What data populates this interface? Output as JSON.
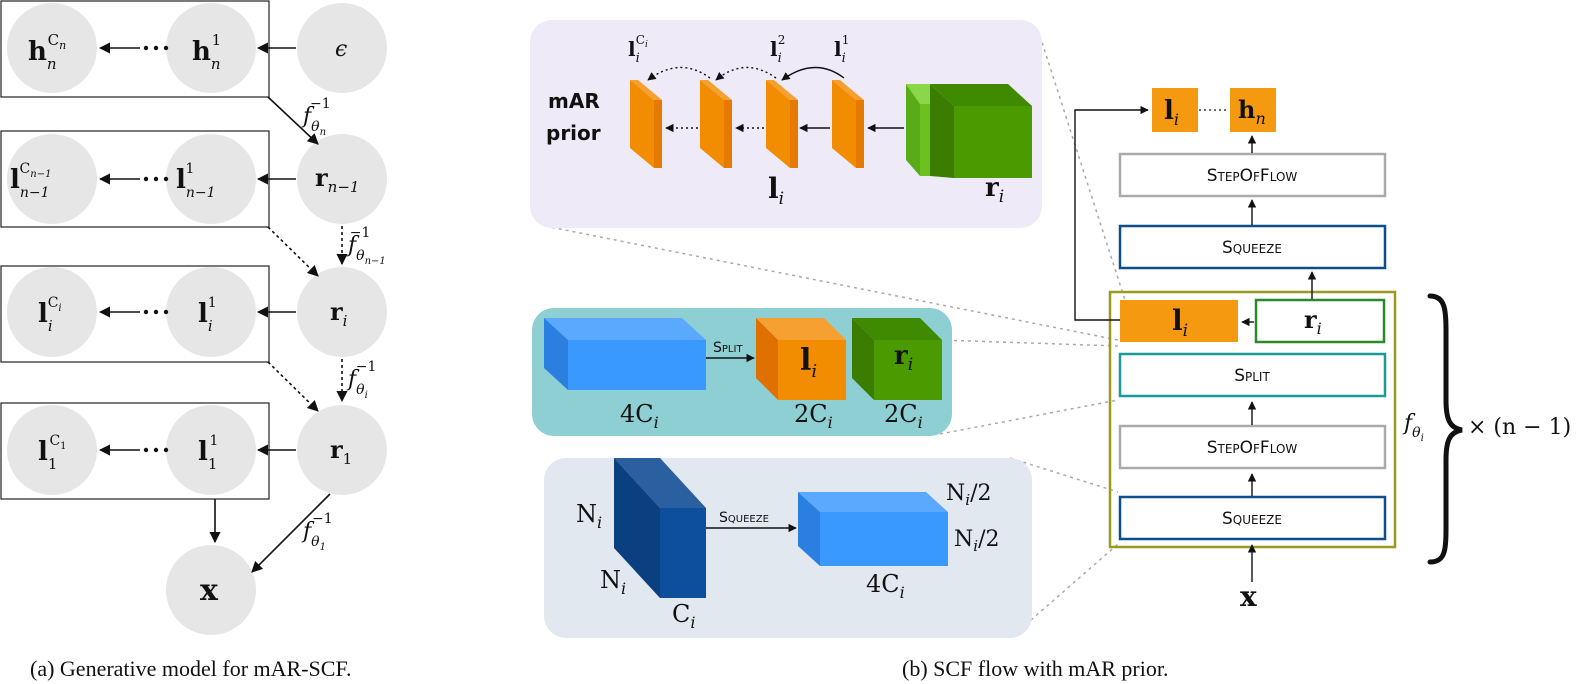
{
  "colors": {
    "node_fill": "#e6e6e6",
    "orange": "#f28c00",
    "orange_dark": "#e07000",
    "green": "#4b9a00",
    "green_light": "#6cc020",
    "blue_light": "#3a99ff",
    "blue_dark": "#0a4a8c",
    "split_border": "#1a9a9a",
    "squeeze_border": "#0d4f8c",
    "stepflow_border": "#aaaaaa",
    "ri_border": "#2a8a2a",
    "outer_border": "#9a9a20",
    "prior_bg": "#eeeaf8",
    "split_bg": "#8ecfd3",
    "squeeze_bg": "#e1e8f0"
  },
  "left": {
    "rows": [
      {
        "left": "h",
        "left_sub": "n",
        "left_sup": "C",
        "left_sup_sub": "n",
        "mid": "h",
        "mid_sub": "n",
        "mid_sup": "1",
        "right": "ϵ",
        "right_bold": false
      },
      {
        "left": "l",
        "left_sub": "n−1",
        "left_sup": "C",
        "left_sup_sub": "n−1",
        "mid": "l",
        "mid_sub": "n−1",
        "mid_sup": "1",
        "right": "r",
        "right_sub": "n−1",
        "right_bold": true
      },
      {
        "left": "l",
        "left_sub": "i",
        "left_sup": "C",
        "left_sup_sub": "i",
        "mid": "l",
        "mid_sub": "i",
        "mid_sup": "1",
        "right": "r",
        "right_sub": "i",
        "right_bold": true
      },
      {
        "left": "l",
        "left_sub": "1",
        "left_sup": "C",
        "left_sup_sub": "1",
        "mid": "l",
        "mid_sub": "1",
        "mid_sup": "1",
        "right": "r",
        "right_sub": "1",
        "right_bold": true
      }
    ],
    "x_node": "x",
    "flow_labels": [
      {
        "base": "f",
        "sub": "θ",
        "subsub": "n",
        "sup": "−1"
      },
      {
        "base": "f",
        "sub": "θ",
        "subsub": "n−1",
        "sup": "−1"
      },
      {
        "base": "f",
        "sub": "θ",
        "subsub": "i",
        "sup": "−1"
      },
      {
        "base": "f",
        "sub": "θ",
        "subsub": "1",
        "sup": "−1"
      }
    ],
    "caption": "(a) Generative model for mAR-SCF."
  },
  "prior_panel": {
    "title_line1": "mAR",
    "title_line2": "prior",
    "top_labels": [
      {
        "base": "l",
        "sub": "i",
        "sup": "C",
        "supsub": "i"
      },
      {
        "base": "l",
        "sub": "i",
        "sup": "2",
        "supsub": ""
      },
      {
        "base": "l",
        "sub": "i",
        "sup": "1",
        "supsub": ""
      }
    ],
    "l_label": {
      "base": "l",
      "sub": "i"
    },
    "r_label": {
      "base": "r",
      "sub": "i"
    }
  },
  "split_panel": {
    "op_label": "Split",
    "in_label": "4C",
    "in_sub": "i",
    "l_label": "l",
    "l_sub": "i",
    "r_label": "r",
    "r_sub": "i",
    "l_size": "2C",
    "l_size_sub": "i",
    "r_size": "2C",
    "r_size_sub": "i"
  },
  "squeeze_panel": {
    "op_label": "Squeeze",
    "n_label1": "N",
    "n_sub1": "i",
    "n_label2": "N",
    "n_sub2": "i",
    "c_label": "C",
    "c_sub": "i",
    "out_n1": "N",
    "out_n1_sub": "i",
    "out_n1_suffix": "/2",
    "out_n2": "N",
    "out_n2_sub": "i",
    "out_n2_suffix": "/2",
    "out_c": "4C",
    "out_c_sub": "i"
  },
  "right": {
    "top_l": {
      "base": "l",
      "sub": "i"
    },
    "top_h": {
      "base": "h",
      "sub": "n"
    },
    "blocks": {
      "stepofflow_top": "StepOfFlow",
      "squeeze_top": "Squeeze",
      "split": "Split",
      "stepofflow_bottom": "StepOfFlow",
      "squeeze_bottom": "Squeeze"
    },
    "inner_l": {
      "base": "l",
      "sub": "i"
    },
    "inner_r": {
      "base": "r",
      "sub": "i"
    },
    "f_label": {
      "base": "f",
      "sub": "θ",
      "subsub": "i"
    },
    "repeat_label": "× (n − 1)",
    "x_input": "x",
    "caption": "(b) SCF flow with mAR prior."
  }
}
